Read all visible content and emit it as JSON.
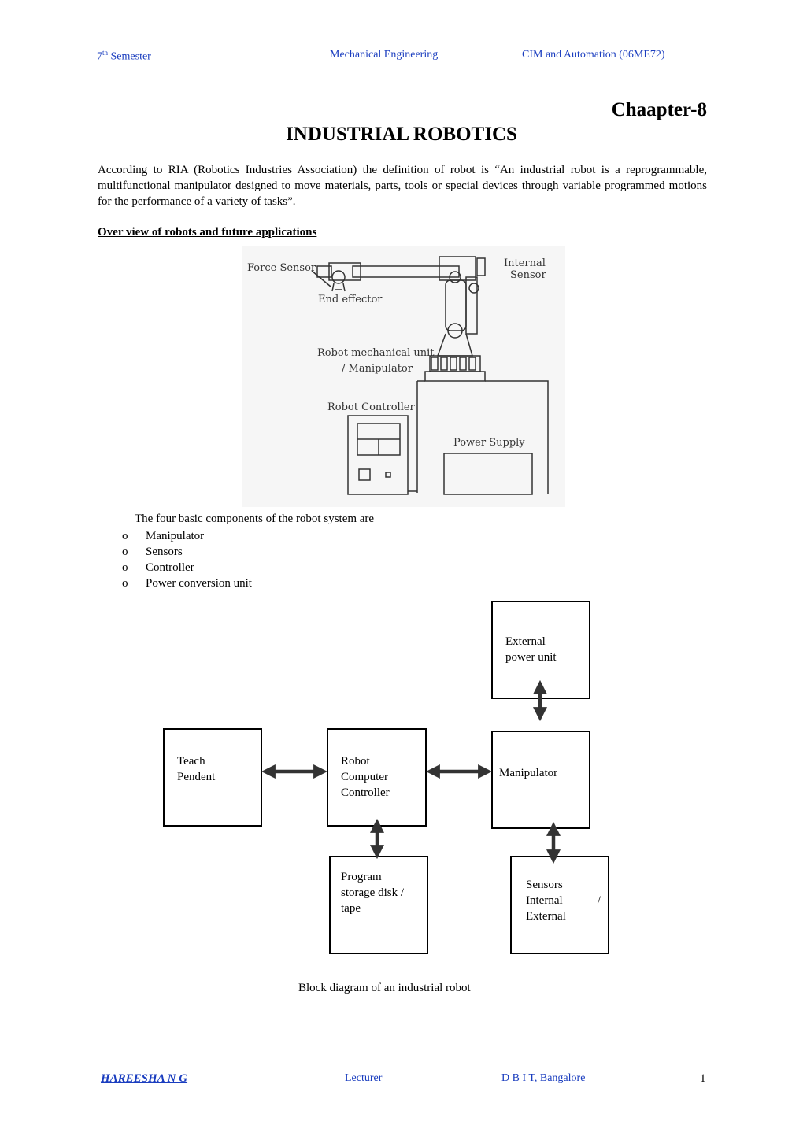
{
  "header": {
    "semester_num": "7",
    "semester_sup": "th",
    "semester_rest": " Semester",
    "department": "Mechanical Engineering",
    "course": "CIM and Automation (06ME72)"
  },
  "chapter": "Chaapter-8",
  "title": "INDUSTRIAL ROBOTICS",
  "intro": "According to RIA (Robotics Industries Association) the definition of robot is “An industrial robot is a reprogrammable, multifunctional manipulator designed to move materials, parts, tools or special devices through variable programmed motions for the performance of a variety of tasks”.",
  "subheading": "Over view of robots and future applications",
  "robot_figure": {
    "force_sensor": "Force Sensor",
    "end_effector": "End effector",
    "internal": "Internal",
    "sensor": "Sensor",
    "mech_unit_1": "Robot mechanical unit",
    "mech_unit_2": "/ Manipulator",
    "controller": "Robot Controller",
    "power_supply": "Power Supply"
  },
  "components": {
    "lead": "The four basic components of the robot system are",
    "bullet": "o",
    "items": [
      "Manipulator",
      "Sensors",
      "Controller",
      "Power conversion unit"
    ]
  },
  "block_diagram": {
    "external_power": [
      "External",
      "power unit"
    ],
    "teach_pendent": [
      "Teach",
      "Pendent"
    ],
    "robot_computer": [
      "Robot",
      "Computer",
      "Controller"
    ],
    "manipulator": [
      "Manipulator"
    ],
    "program_storage": [
      "Program",
      "storage disk /",
      "tape"
    ],
    "sensors": [
      "Sensors",
      "Internal",
      "/",
      "External"
    ]
  },
  "caption": "Block diagram of an industrial robot",
  "footer": {
    "author": "HAREESHA  N  G",
    "role": "Lecturer",
    "institute": "D B I T, Bangalore",
    "page": "1"
  }
}
